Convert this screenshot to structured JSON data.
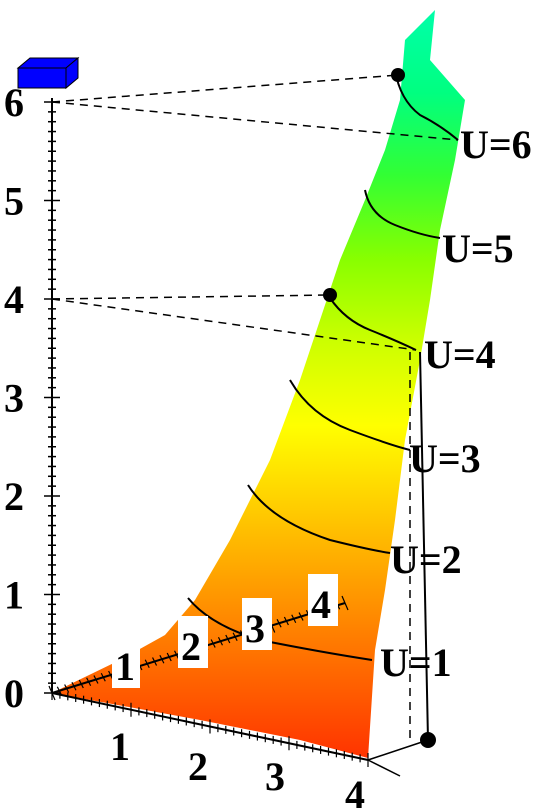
{
  "chart_data": {
    "type": "surface",
    "title": "",
    "zlabel": "",
    "z_axis": {
      "ticks": [
        "0",
        "1",
        "2",
        "3",
        "4",
        "5",
        "6"
      ],
      "range": [
        0,
        6.3
      ]
    },
    "x_axis": {
      "ticks": [
        "1",
        "2",
        "3",
        "4"
      ],
      "range": [
        0,
        4
      ]
    },
    "y_axis": {
      "ticks": [
        "1",
        "2",
        "3",
        "4"
      ],
      "range": [
        0,
        4
      ]
    },
    "contours": [
      {
        "label": "U=1",
        "value": 1
      },
      {
        "label": "U=2",
        "value": 2
      },
      {
        "label": "U=3",
        "value": 3
      },
      {
        "label": "U=4",
        "value": 4
      },
      {
        "label": "U=5",
        "value": 5
      },
      {
        "label": "U=6",
        "value": 6
      }
    ],
    "highlighted_points": [
      {
        "value": 4,
        "label": "U=4"
      },
      {
        "value": 6,
        "label": "U=6"
      }
    ],
    "colormap": [
      "#ff3300",
      "#ff6600",
      "#ff9900",
      "#ffcc00",
      "#ffff00",
      "#ccff00",
      "#88ff00",
      "#33ff33",
      "#00ff80",
      "#00ffaa"
    ],
    "marker_color": "#0000ff",
    "grid": false
  }
}
